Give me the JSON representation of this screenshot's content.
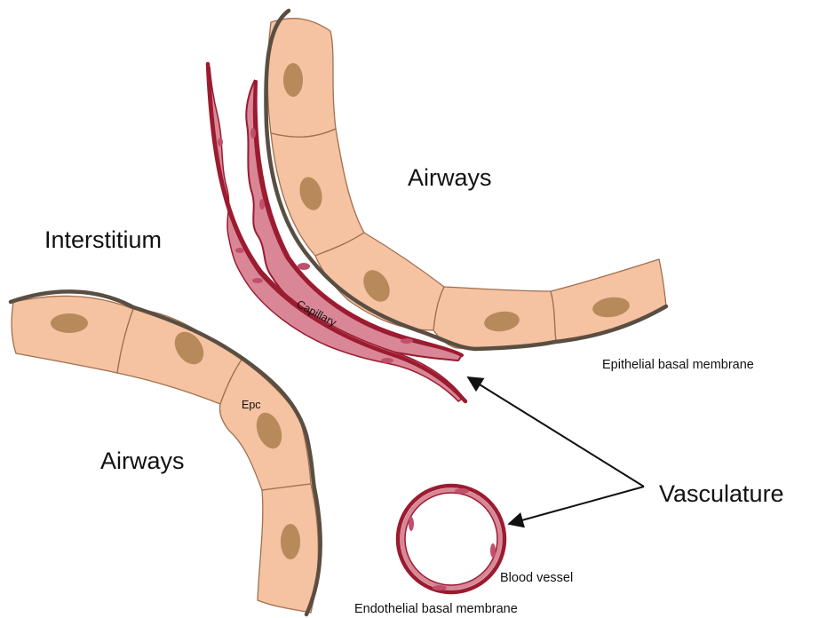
{
  "labels": {
    "airways_top": "Airways",
    "airways_bottom": "Airways",
    "interstitium": "Interstitium",
    "vasculature": "Vasculature",
    "epithelial_basal_membrane": "Epithelial basal membrane",
    "endothelial_basal_membrane": "Endothelial basal membrane",
    "blood_vessel": "Blood vessel",
    "capillary": "Capillary",
    "epc": "Epc"
  },
  "colors": {
    "cell_fill": "#f5c2a2",
    "cell_stroke": "#a0704f",
    "nucleus": "#b8895a",
    "membrane": "#5a4e42",
    "vessel_dark": "#9b1b30",
    "vessel_light": "#d98796",
    "vessel_nucleus": "#c0506a",
    "arrow": "#111111"
  }
}
